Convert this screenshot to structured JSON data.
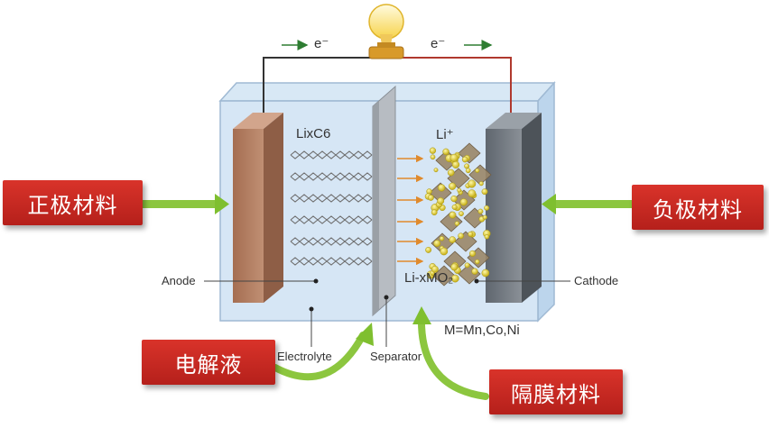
{
  "labels": {
    "electron_left": "e⁻",
    "electron_right": "e⁻",
    "lixc6": "LixC6",
    "li_plus": "Li⁺",
    "anode": "Anode",
    "cathode": "Cathode",
    "li_xmo2": "Li-xMO₂",
    "m_formula": "M=Mn,Co,Ni",
    "electrolyte": "Electrolyte",
    "separator": "Separator"
  },
  "callouts": {
    "positive_material": "正极材料",
    "negative_material": "负极材料",
    "electrolyte_cn": "电解液",
    "separator_cn": "隔膜材料"
  },
  "colors": {
    "callout_red": "#c8261f",
    "arrow_green": "#7fbf2f",
    "anode_brown": "#b07a5e",
    "cathode_gray": "#6c737b",
    "electrolyte_blue": "#cfe2f3",
    "wire_red": "#b0392e",
    "electron_arrow": "#2e7d32",
    "ion_arrow": "#e08a2c"
  }
}
